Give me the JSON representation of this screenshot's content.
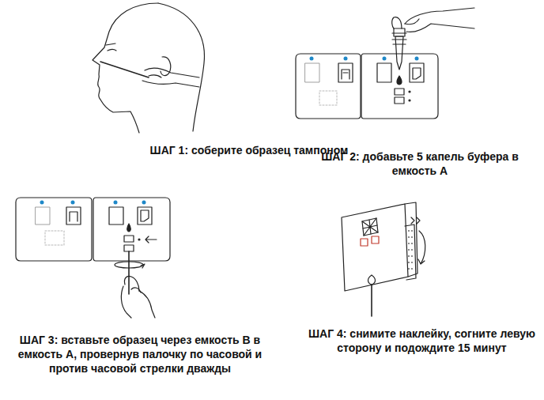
{
  "diagram": {
    "labels": [
      "ШАГ 1: соберите образец тампоном",
      "ШАГ 2: добавьте 5 капель буфера в емкость А",
      "ШАГ 3: вставьте образец через емкость В в емкость А, провернув палочку по часовой и против часовой стрелки дважды",
      "ШАГ 4: снимите наклейку, согните левую сторону и подождите 15 минут"
    ]
  }
}
